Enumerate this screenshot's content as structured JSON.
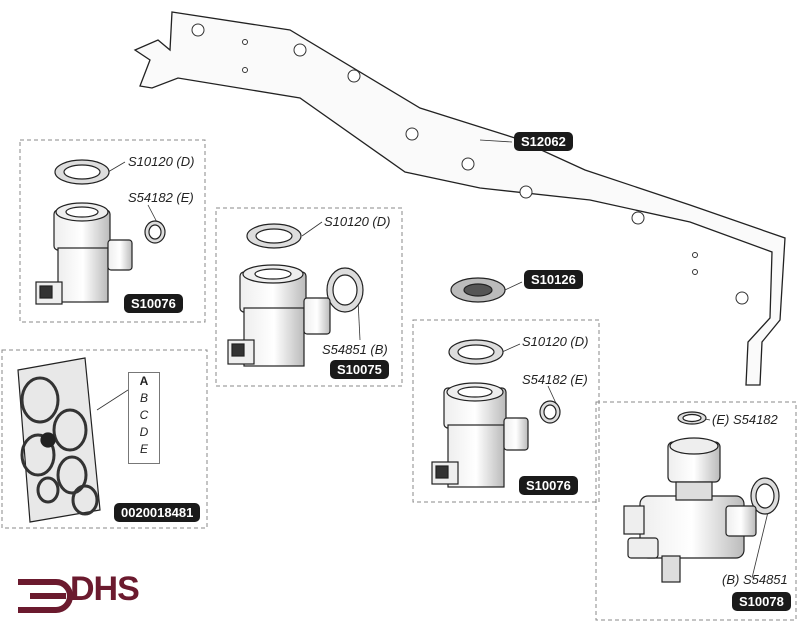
{
  "parts": {
    "bracket": "S12062",
    "kit_top_left": "S10076",
    "kit_middle": "S10075",
    "kit_right": "S10076",
    "kit_bottom_right": "S10078",
    "washer_pack": "0020018481",
    "gasket_top": "S10126"
  },
  "callouts": {
    "tl_d": "S10120 (D)",
    "tl_e": "S54182 (E)",
    "mid_d": "S10120 (D)",
    "mid_b": "S54851 (B)",
    "right_d": "S10120 (D)",
    "right_e": "S54182 (E)",
    "br_e": "(E) S54182",
    "br_b": "(B) S54851"
  },
  "kit_letters": [
    "A",
    "B",
    "C",
    "D",
    "E"
  ],
  "logo": {
    "text": "DHS",
    "color": "#6b1a2e"
  }
}
